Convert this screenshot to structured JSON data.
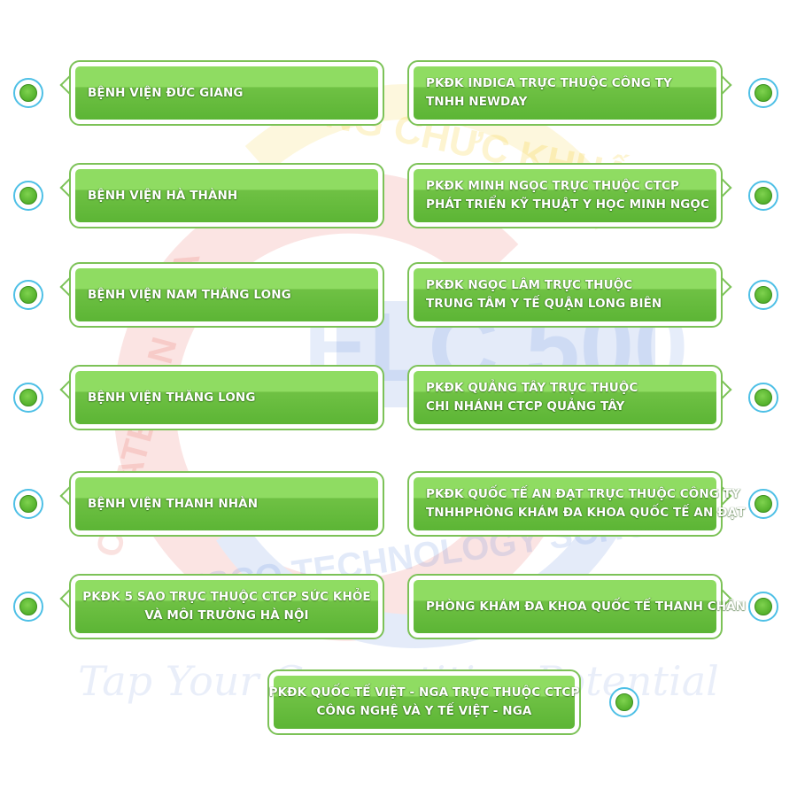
{
  "left_items": [
    {
      "lines": [
        "BỆNH VIỆN ĐỨC GIANG"
      ]
    },
    {
      "lines": [
        "BỆNH VIỆN HÀ THÀNH"
      ]
    },
    {
      "lines": [
        "BỆNH VIỆN NAM THĂNG LONG"
      ]
    },
    {
      "lines": [
        "BỆNH VIỆN THĂNG LONG"
      ]
    },
    {
      "lines": [
        "BỆNH VIỆN THANH NHÀN"
      ]
    },
    {
      "lines": [
        "PKĐK 5 SAO TRỰC THUỘC CTCP SỨC KHỎE",
        "VÀ MÔI TRƯỜNG HÀ NỘI"
      ]
    }
  ],
  "right_items": [
    {
      "lines": [
        "PKĐK INDICA TRỰC THUỘC CÔNG TY",
        "TNHH NEWDAY"
      ]
    },
    {
      "lines": [
        "PKĐK MINH NGỌC TRỰC THUỘC CTCP",
        "PHÁT TRIỂN KỸ THUẬT Y HỌC MINH NGỌC"
      ]
    },
    {
      "lines": [
        "PKĐK NGỌC LÂM TRỰC THUỘC",
        "TRUNG TÂM Y TẾ QUẬN LONG BIÊN"
      ]
    },
    {
      "lines": [
        "PKĐK QUẢNG TÂY TRỰC THUỘC",
        "CHI NHÁNH CTCP QUẢNG TÂY"
      ]
    },
    {
      "lines": [
        "PKĐK QUỐC TẾ AN ĐẠT TRỰC THUỘC CÔNG TY",
        "TNHHPHÒNG KHÁM ĐA KHOA QUỐC TẾ AN ĐẠT"
      ]
    },
    {
      "lines": [
        "PHÒNG KHÁM ĐA KHOA QUỐC TẾ THANH CHÂN"
      ]
    }
  ],
  "bottom_item": {
    "lines": [
      "PKĐK QUỐC TẾ VIỆT - NGA TRỰC THUỘC CTCP",
      "CÔNG NGHỆ VÀ Y TẾ VIỆT - NGA"
    ]
  },
  "watermark": {
    "logo_text": "ELC 500",
    "tagline": "Tap Your Competitive Potential",
    "arc_text_top": "VUNG CHỨC KHUẤT",
    "arc_text_left": "CREATE LAN QUA",
    "arc_text_bottom": "INESCO TECHNOLOGY SCHOOL"
  },
  "colors": {
    "box_green_top": "#8fdc62",
    "box_green_bottom": "#5cb535",
    "outline_green": "#7cc257",
    "dot_ring_blue": "#4ec0e6",
    "dot_green": "#54b12c"
  },
  "icons": {
    "bullet": "green-dot-icon"
  }
}
